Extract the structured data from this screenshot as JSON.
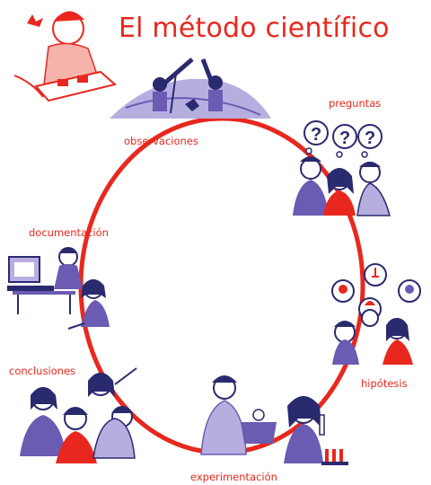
{
  "title": "El método científico",
  "steps": [
    {
      "id": "observaciones",
      "label": "observaciones"
    },
    {
      "id": "preguntas",
      "label": "preguntas"
    },
    {
      "id": "hipotesis",
      "label": "hipótesis"
    },
    {
      "id": "experimentacion",
      "label": "experimentación"
    },
    {
      "id": "conclusiones",
      "label": "conclusiones"
    },
    {
      "id": "documentacion",
      "label": "documentación"
    }
  ],
  "question_glyph": "?",
  "colors": {
    "accent": "#e8281e",
    "ink": "#2a2a6e",
    "purple": "#6b5bb3",
    "light_purple": "#b7aee0"
  }
}
